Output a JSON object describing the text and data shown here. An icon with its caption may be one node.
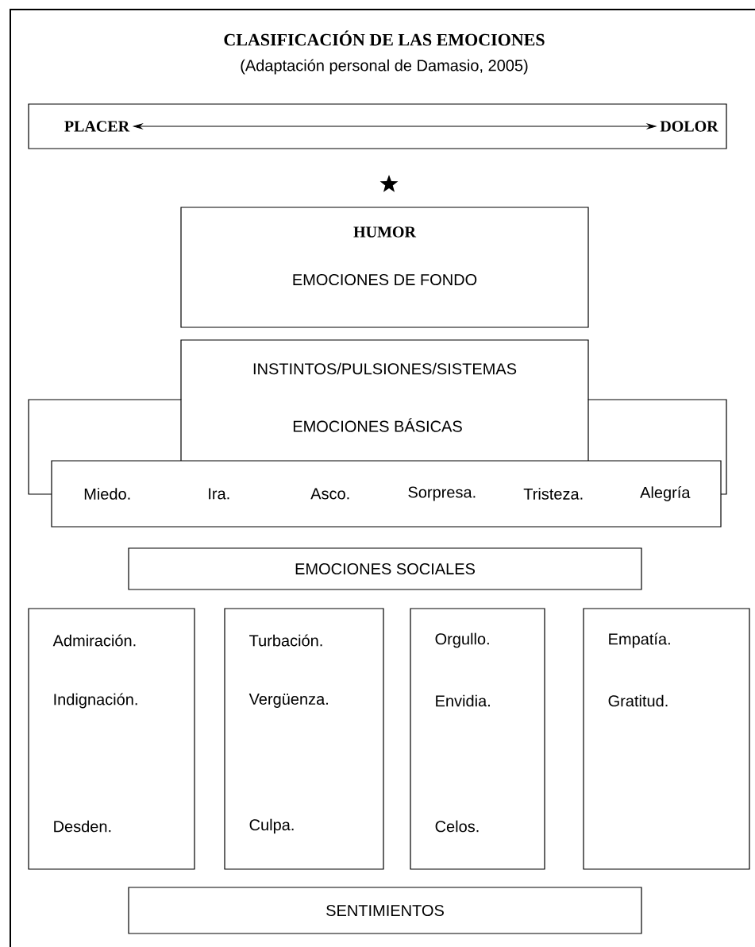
{
  "diagram": {
    "title": "CLASIFICACIÓN DE LAS EMOCIONES",
    "nodes": [
      {
        "text": [],
        "shape": "box"
      },
      {
        "text": [
          "PLACER"
        ],
        "in": 0
      },
      {
        "text": [
          "DOLOR"
        ],
        "in": 0
      },
      {
        "text": [
          "HUMOR",
          "EMOCIONES DE FONDO"
        ]
      },
      {
        "text": [
          "INSTINTOS/PULSIONES/SISTEMAS"
        ]
      },
      {
        "text": [
          "EMOCIONES BÁSICAS"
        ]
      },
      {
        "text": [
          "Miedo.",
          "Ira.",
          "Asco.",
          "Sorpresa.",
          "Tristeza.",
          "Alegría"
        ]
      },
      {
        "text": [
          "EMOCIONES SOCIALES"
        ]
      },
      {
        "text": [
          "Admiración.",
          "Indignación.",
          "Desden."
        ]
      },
      {
        "text": [
          "Turbación.",
          "Vergüenza.",
          "Culpa."
        ]
      },
      {
        "text": [
          "Orgullo.",
          "Envidia.",
          "Celos."
        ]
      },
      {
        "text": [
          "Empatía.",
          "Gratitud."
        ]
      },
      {
        "text": [
          "SENTIMIENTOS"
        ]
      }
    ],
    "edges": [
      {
        "from": 1,
        "to": 2,
        "arrow": "both"
      }
    ],
    "labels": [
      "(Adaptación personal de Damasio, 2005)"
    ]
  }
}
